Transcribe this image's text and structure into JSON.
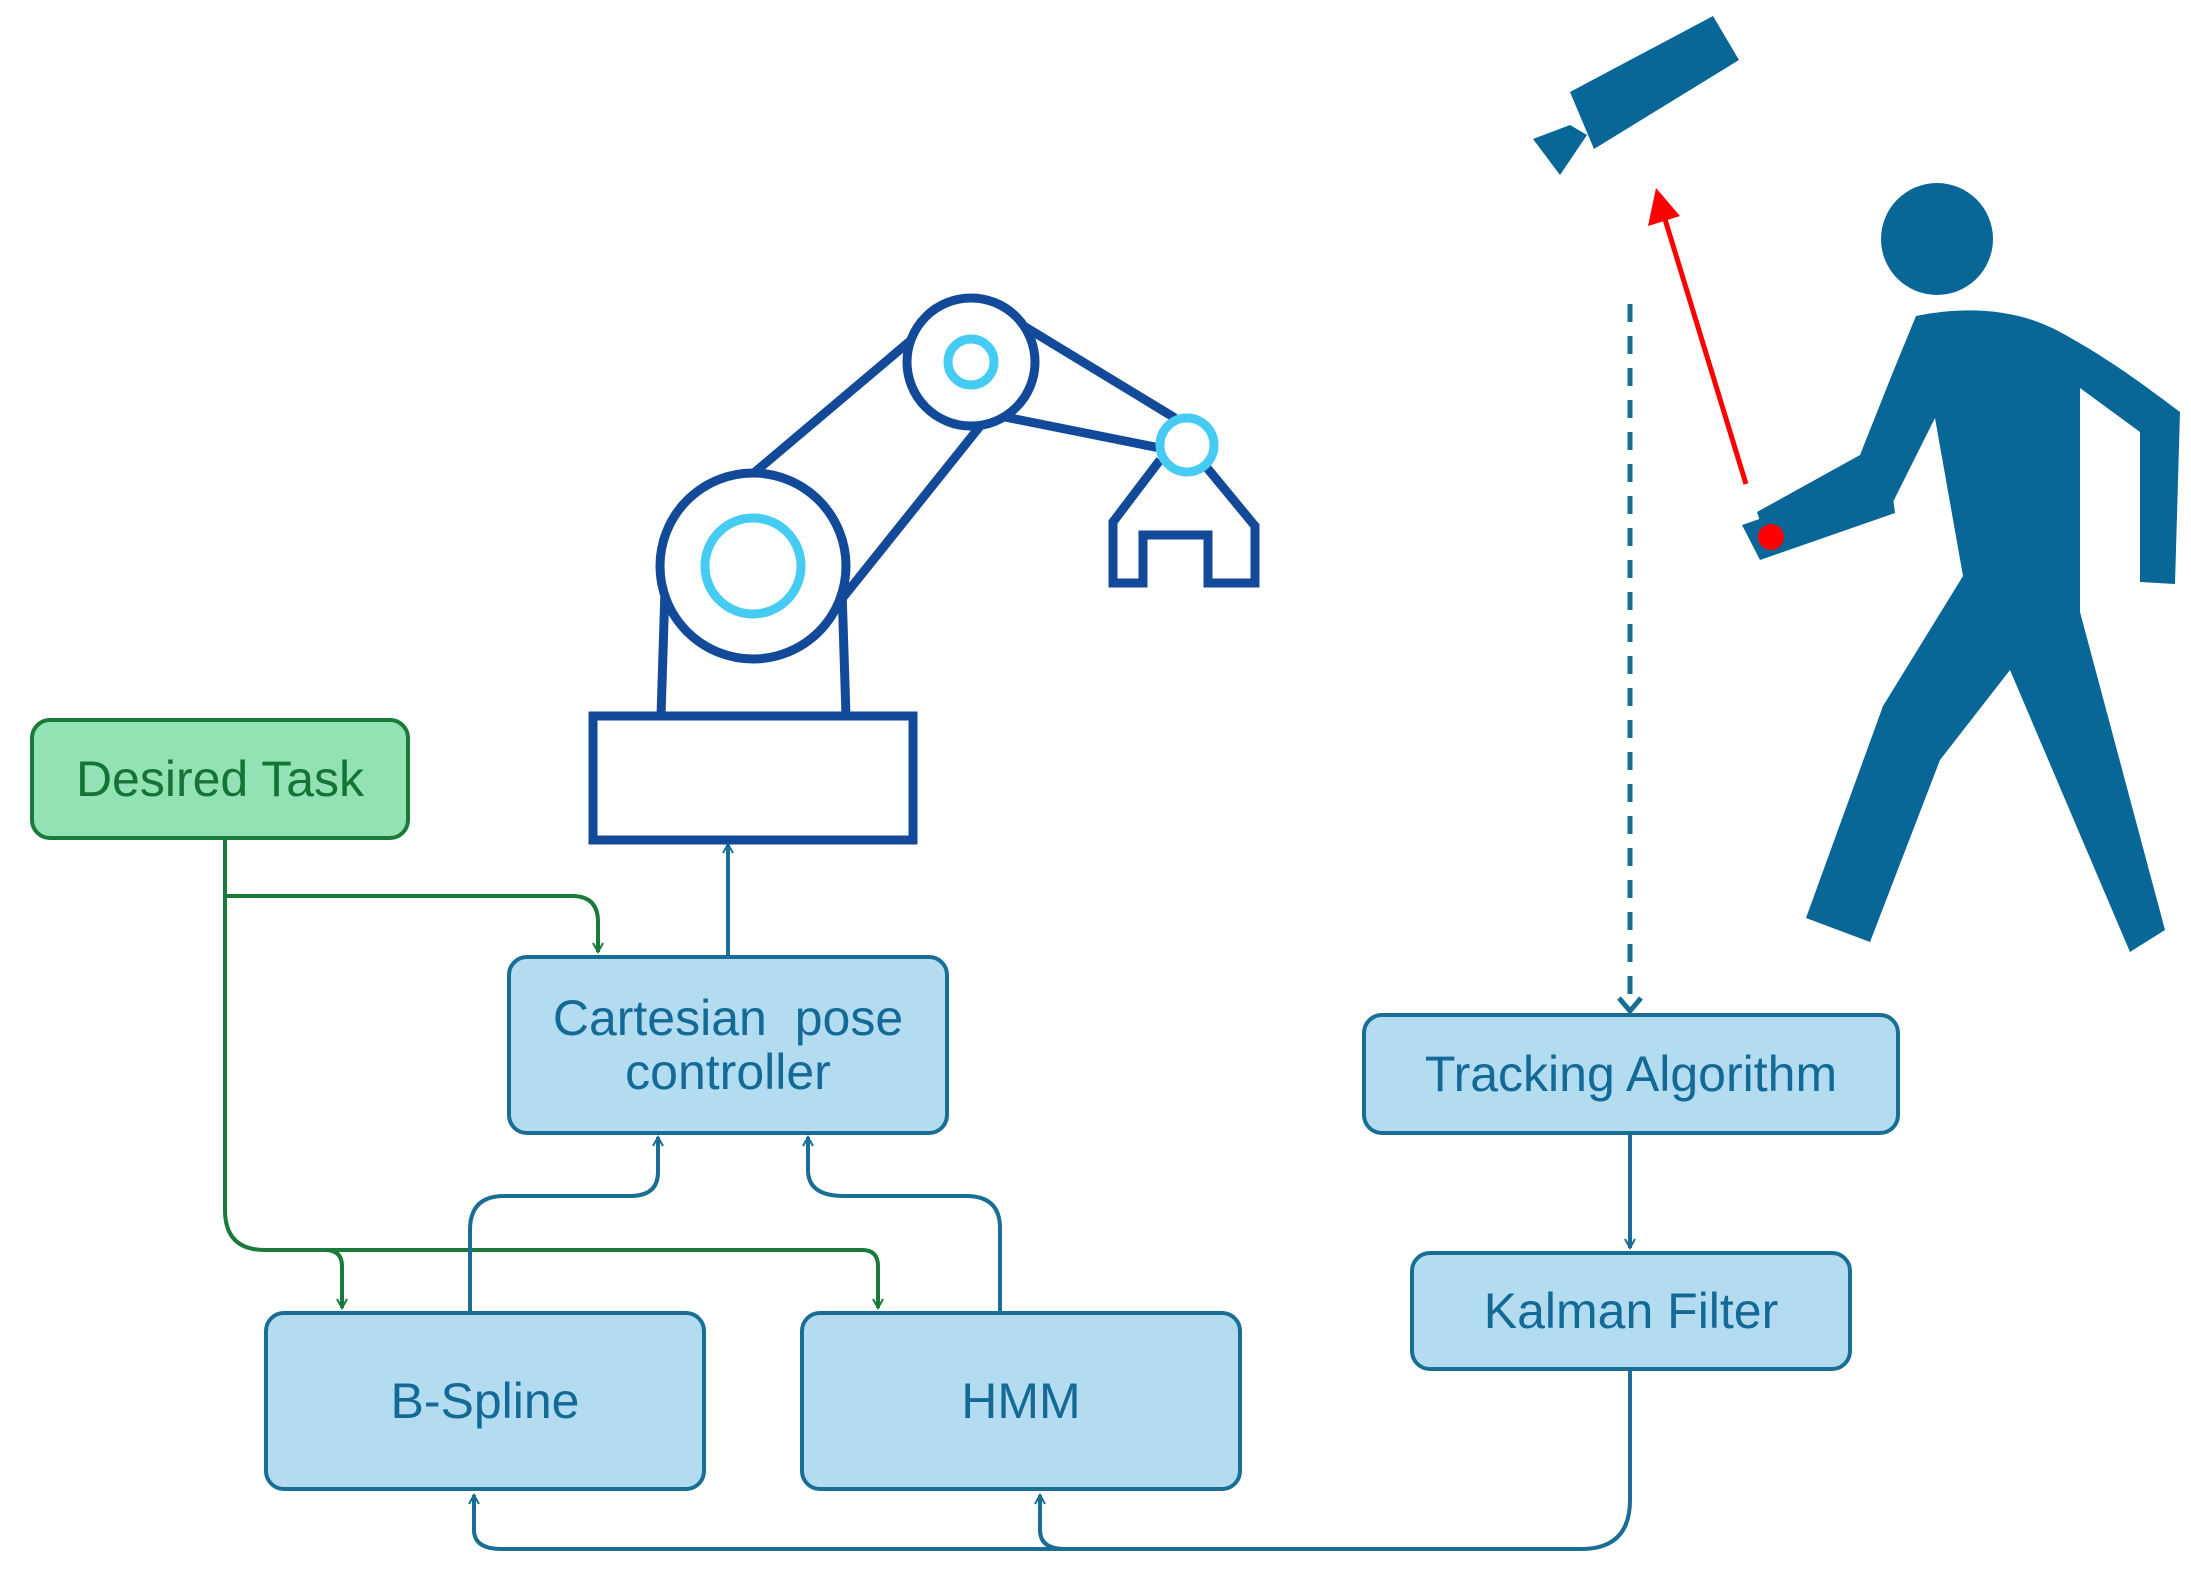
{
  "colors": {
    "blue_box_fill": "#b3dcf0",
    "blue_box_border": "#1a6e96",
    "green_box_fill": "#92e2b3",
    "green_box_border": "#1a7a3a",
    "robot_outline": "#124a99",
    "robot_joint": "#46ccf2",
    "human": "#086796",
    "gesture_arrow": "#ff0000"
  },
  "nodes": {
    "desired_task": "Desired Task",
    "cartesian_pose_controller": "Cartesian  pose\ncontroller",
    "b_spline": "B-Spline",
    "hmm": "HMM",
    "tracking_algorithm": "Tracking Algorithm",
    "kalman_filter": "Kalman Filter"
  },
  "icons": [
    "robot-arm-icon",
    "camera-icon",
    "walking-person-icon"
  ]
}
